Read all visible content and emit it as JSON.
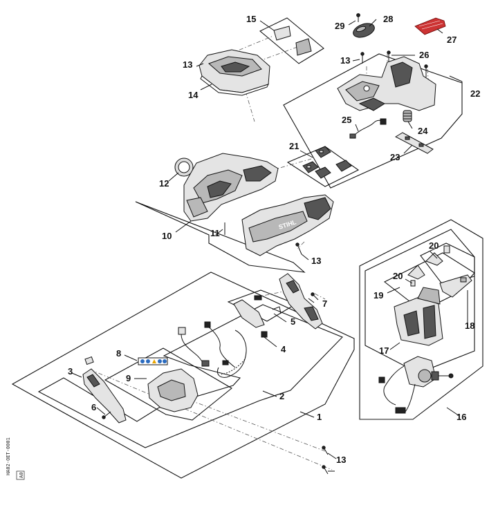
{
  "diagram": {
    "document_code": "HA02-OET-0001",
    "version_box": "A0",
    "brand_mark": "STIHL",
    "callouts": {
      "c1": "1",
      "c2": "2",
      "c3": "3",
      "c4": "4",
      "c5": "5",
      "c6": "6",
      "c7": "7",
      "c8": "8",
      "c9": "9",
      "c10": "10",
      "c11": "11",
      "c12": "12",
      "c13a": "13",
      "c13b": "13",
      "c13c": "13",
      "c13d": "13",
      "c14": "14",
      "c15": "15",
      "c16": "16",
      "c17": "17",
      "c18": "18",
      "c19": "19",
      "c20a": "20",
      "c20b": "20",
      "c21": "21",
      "c22": "22",
      "c23": "23",
      "c24": "24",
      "c25": "25",
      "c26": "26",
      "c27": "27",
      "c28": "28",
      "c29": "29"
    }
  }
}
